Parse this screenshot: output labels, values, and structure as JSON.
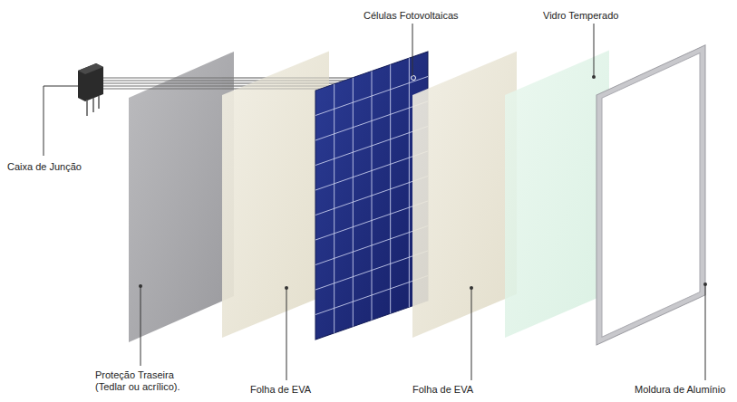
{
  "diagram": {
    "labels": [
      "Células Fotovoltaicas",
      "Vidro Temperado",
      "Caixa de Junção",
      "Proteção Traseira (Tedlar ou acrílico).",
      "Folha de EVA",
      "Folha de EVA",
      "Moldura de Alumínio"
    ]
  }
}
